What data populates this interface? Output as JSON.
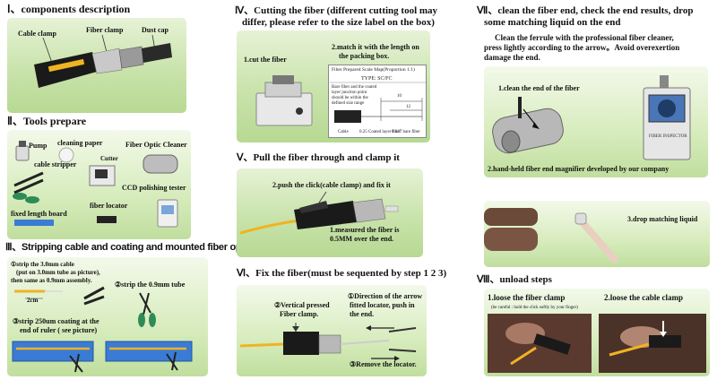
{
  "section1": {
    "title": "Ⅰ、components description",
    "labels": {
      "cable_clamp": "Cable clamp",
      "fiber_clamp": "Fiber clamp",
      "dust_cap": "Dust cap"
    }
  },
  "section2": {
    "title": "Ⅱ、Tools prepare",
    "labels": {
      "pump": "Pump",
      "cleaning_paper": "cleaning paper",
      "cable_stripper": "cable stripper",
      "cutter": "Cutter",
      "fiber_optic_cleaner": "Fiber Optic Cleaner",
      "ccd_tester": "CCD polishing tester",
      "fixed_length_board": "fixed length board",
      "fiber_locator": "fiber locator"
    }
  },
  "section3": {
    "title": "Ⅲ、Stripping cable and coating and mounted fiber optic cable clamp",
    "step1": "①strip the 3.0mm cable",
    "step1_note1": "(put on 3.0mm tube as picture),",
    "step1_note2": "then same as 0.9mm assembly.",
    "measure": "2cm",
    "step2": "②strip the 0.9mm tube",
    "step3": "③strip 250um coating at the",
    "step3_line2": "end of ruler ( see picture)"
  },
  "section4": {
    "title": "Ⅳ、Cutting the fiber (different cutting tool may",
    "title_line2": "differ, please refer to the size label on the box)",
    "cut_label": "1.cut the fiber",
    "match_label": "2.match it with the length on",
    "match_label2": "the packing box.",
    "scale_title": "Fiber Prepared Scale Map(Proportion 1:1)",
    "type_label": "TYPE: SC/FC",
    "note1": "Bare fiber and the coated",
    "note2": "layer junction point",
    "note3": "should be within the",
    "note4": "defined size range",
    "dim1": "10",
    "dim2": "12",
    "legend1": "Cable",
    "legend2": "0.25 Coated layer fiber",
    "legend3": "0.127 bare fiber"
  },
  "section5": {
    "title": "Ⅴ、Pull the fiber through and clamp it",
    "push_label": "2.push the click(cable clamp) and fix it",
    "measure1": "1.measured the fiber is",
    "measure2": "0.5MM over the end."
  },
  "section6": {
    "title": "Ⅵ、Fix the fiber(must be sequented by step 1 2 3)",
    "vert1": "②Vertical pressed",
    "vert2": "Fiber clamp.",
    "dir1": "①Direction of the arrow",
    "dir2": "fitted locator, push in",
    "dir3": "the end.",
    "remove": "③Remove the locator."
  },
  "section7": {
    "title": "Ⅶ、clean the fiber end, check the end results, drop",
    "title_line2": "some matching liquid on the end",
    "desc1": "Clean the ferrule with the professional fiber cleaner,",
    "desc2": "press lightly according to the arrow。Avoid overexertion",
    "desc3": "damage the end.",
    "clean_label": "1.clean the end of the fiber",
    "magnifier_label": "2.hand-held fiber end magnifier developed by our company",
    "device_brand": "FIBER INSPECTOR"
  },
  "section_drop": {
    "label": "3.drop matching liquid"
  },
  "section8": {
    "title": "Ⅷ、unload steps",
    "loose1": "1.loose the fiber clamp",
    "loose1_note": "(be careful : hold the click softly by your finger)",
    "loose2": "2.loose the cable clamp"
  },
  "colors": {
    "panel_green": "#c9e3ab",
    "cable_yellow": "#f0b323",
    "connector_black": "#1a1a1a",
    "metal": "#b8b8b8",
    "board_blue": "#3a7bd5"
  }
}
